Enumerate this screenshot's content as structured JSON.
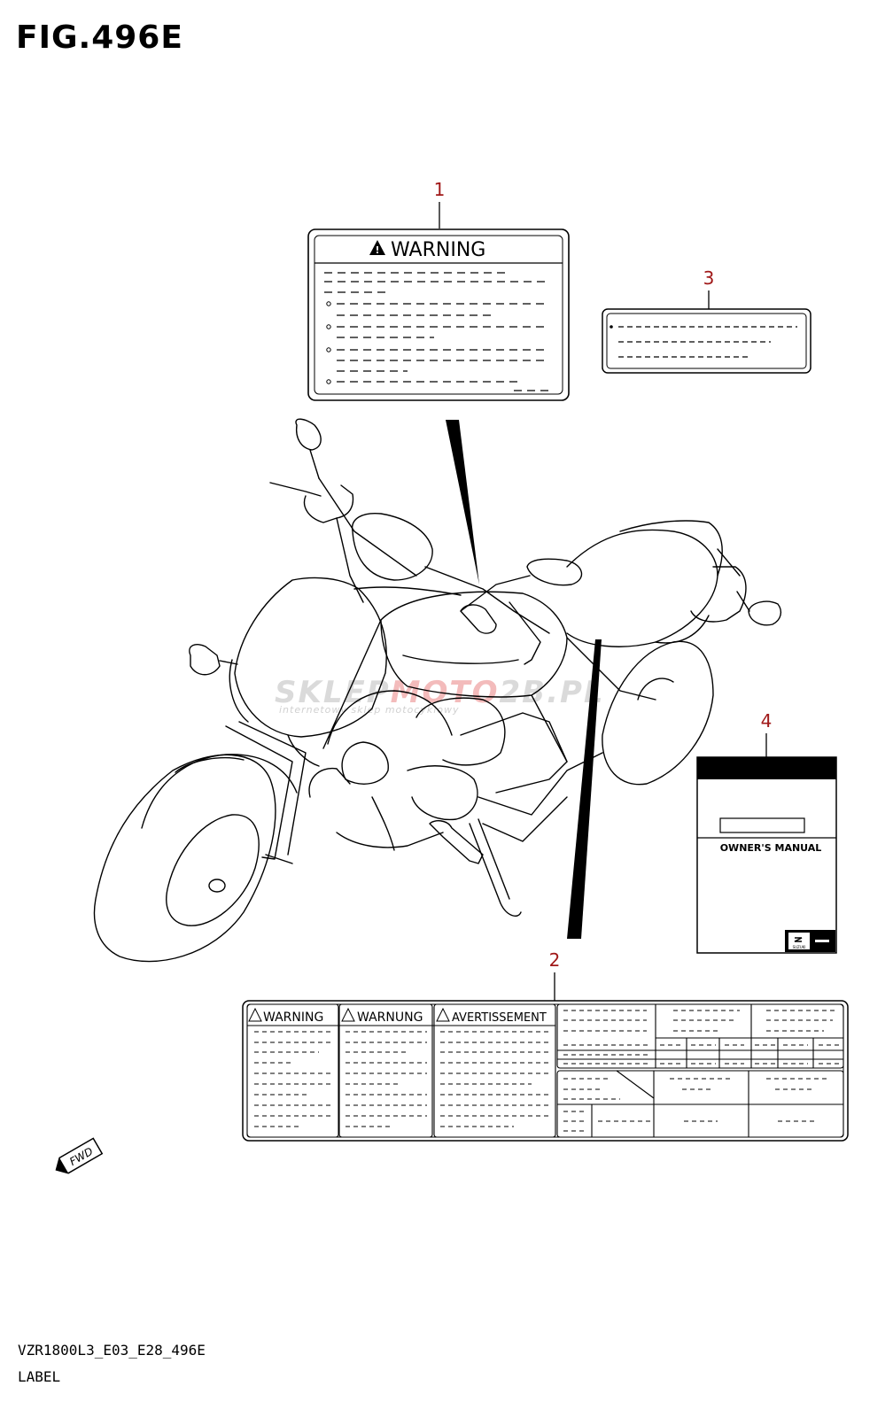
{
  "figure": {
    "title": "FIG.496E"
  },
  "footer": {
    "code": "VZR1800L3_E03_E28_496E",
    "name": "LABEL"
  },
  "callouts": {
    "c1": "1",
    "c2": "2",
    "c3": "3",
    "c4": "4"
  },
  "warning_label": {
    "heading": "WARNING"
  },
  "multilang_label": {
    "col1": "WARNING",
    "col2": "WARNUNG",
    "col3": "AVERTISSEMENT"
  },
  "owners_manual": {
    "title": "OWNER'S MANUAL",
    "brand": "SUZUKI"
  },
  "fwd_badge": {
    "text": "FWD"
  },
  "watermark": {
    "main": "SKLEP",
    "accent": "MOTO",
    "tail": "2B.PL",
    "sub": "internetowy sklep motocyklowy"
  }
}
